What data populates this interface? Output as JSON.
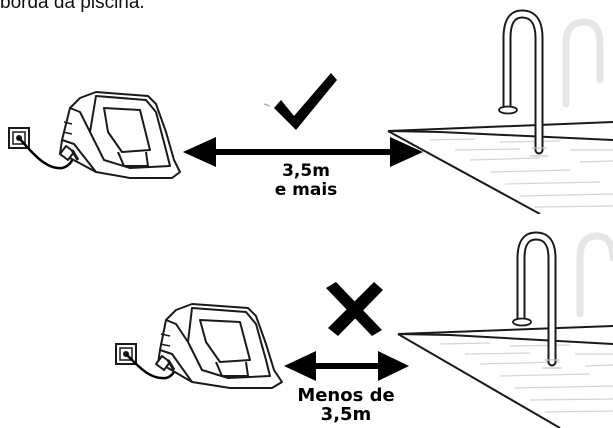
{
  "caption": "borda da piscina.",
  "panels": [
    {
      "status": "allowed",
      "status_icon": "check-icon",
      "distance_line1": "3,5m",
      "distance_line2": "e mais"
    },
    {
      "status": "not-allowed",
      "status_icon": "cross-icon",
      "distance_line1": "Menos de",
      "distance_line2": "3,5m"
    }
  ],
  "colors": {
    "ink": "#000000",
    "line_art": "#1a1a1a",
    "fill": "#ffffff",
    "faded_ladder": "#e6e6e6",
    "hatch": "#d4d4d4"
  }
}
